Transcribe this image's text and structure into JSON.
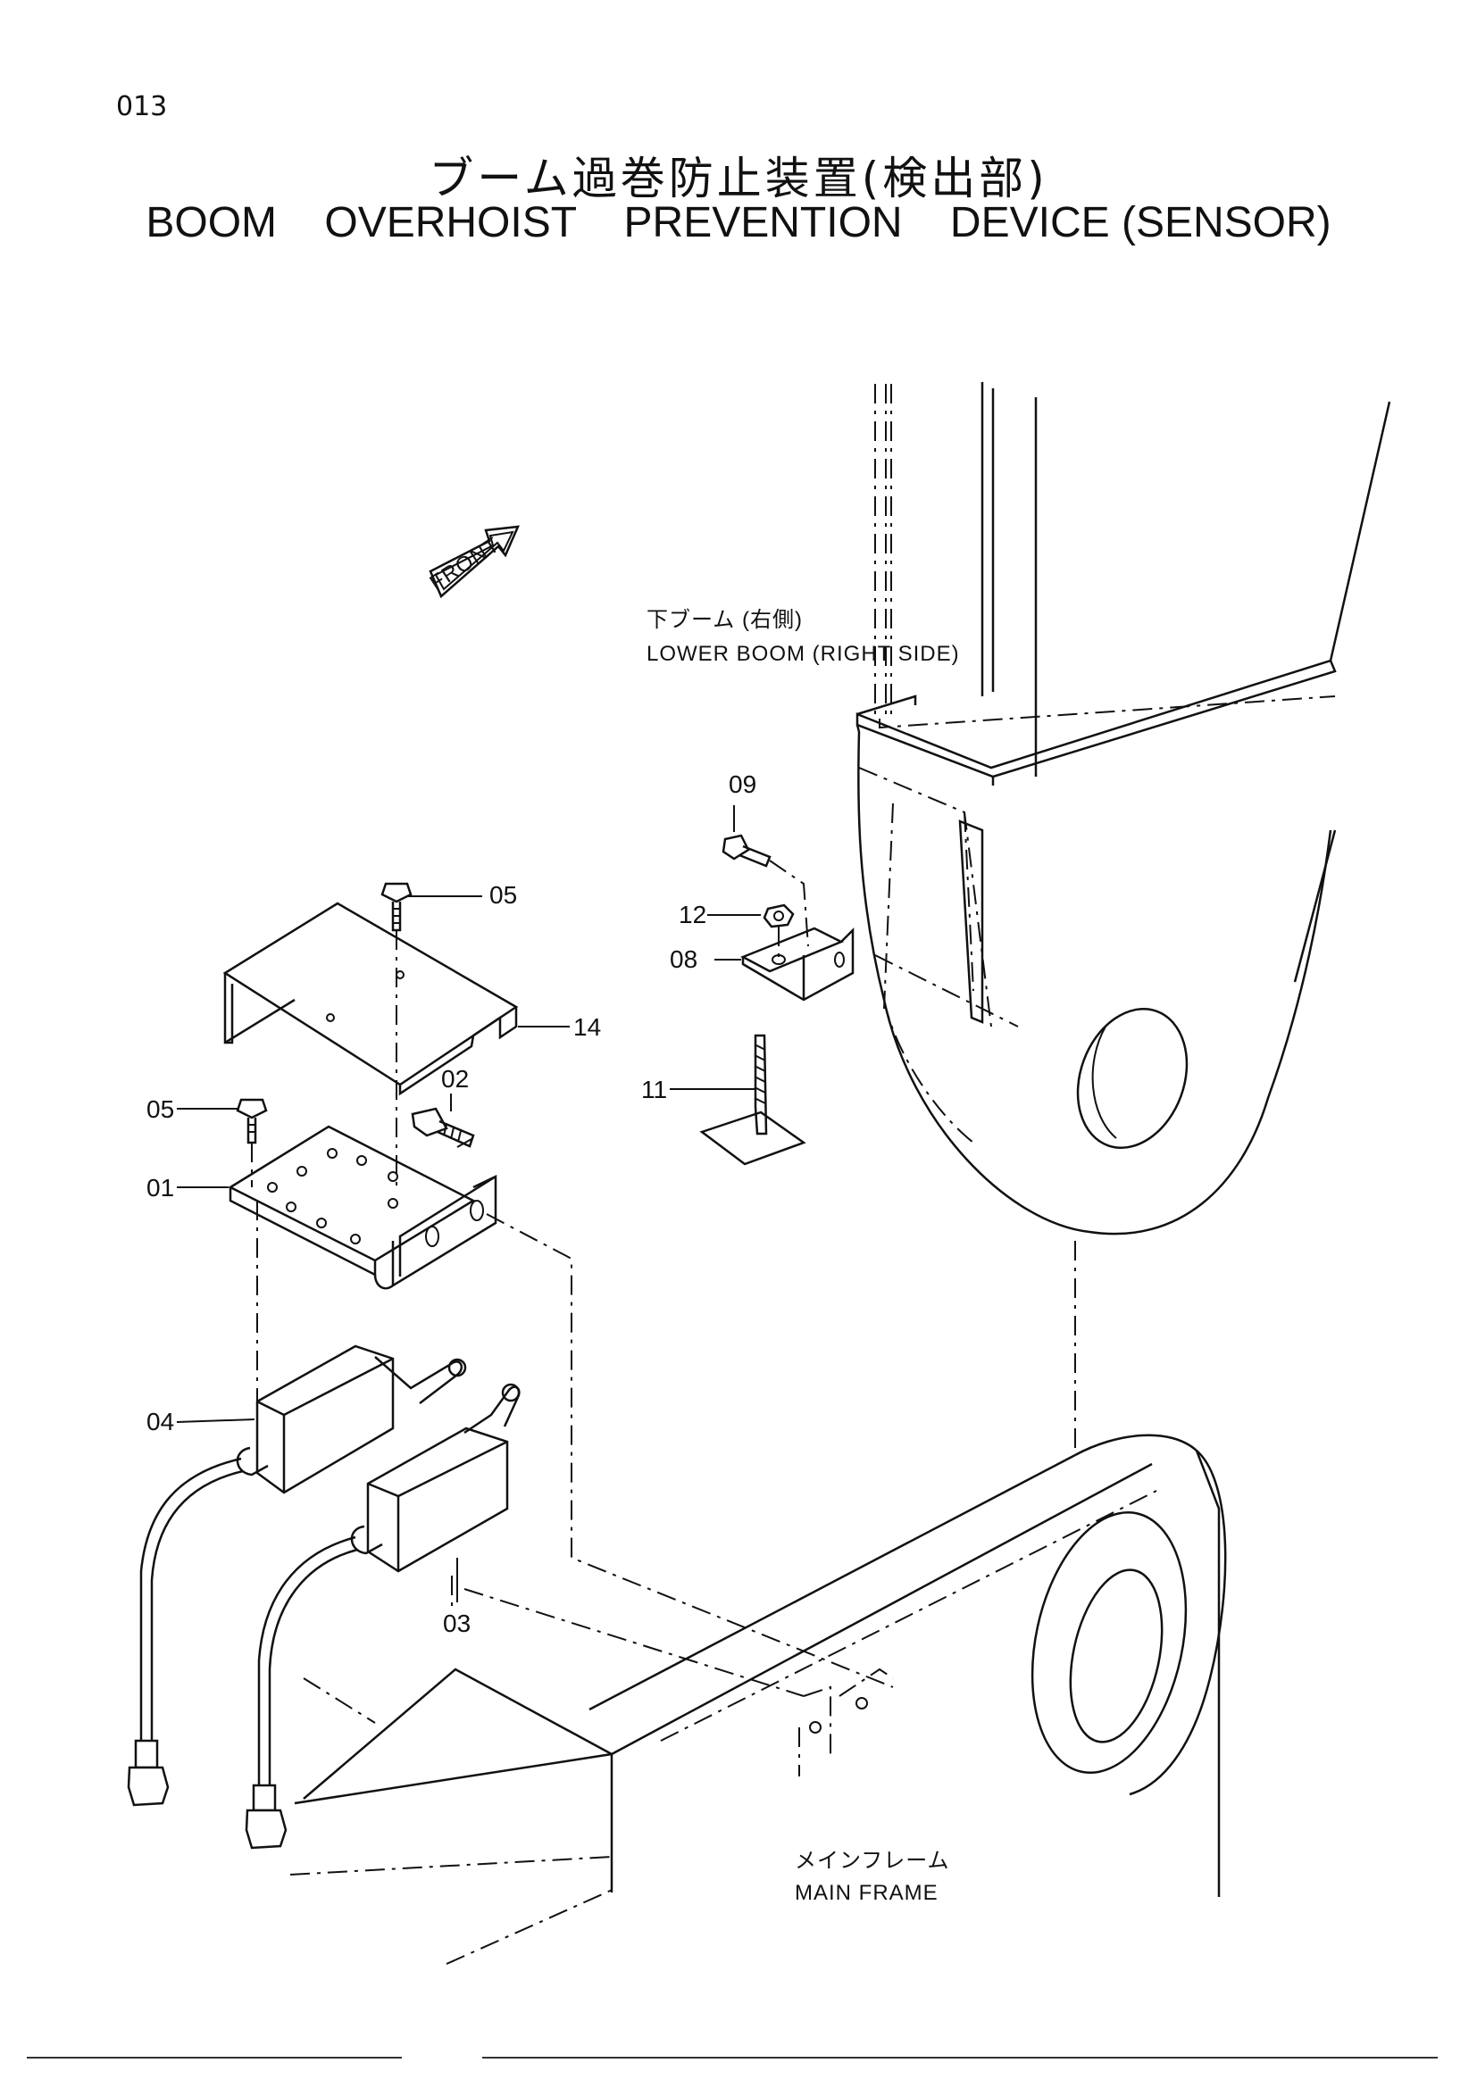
{
  "page_number": "013",
  "title_japanese": "ブーム過巻防止装置(検出部)",
  "title_english": "BOOM    OVERHOIST    PREVENTION    DEVICE (SENSOR)",
  "front_marker": "FRONT",
  "location_labels": {
    "lower_boom_jp": "下ブーム (右側)",
    "lower_boom_en": "LOWER BOOM (RIGHT SIDE)",
    "main_frame_jp": "メインフレーム",
    "main_frame_en": "MAIN FRAME"
  },
  "callouts": [
    "01",
    "02",
    "03",
    "04",
    "05",
    "05",
    "08",
    "09",
    "11",
    "12",
    "14"
  ]
}
